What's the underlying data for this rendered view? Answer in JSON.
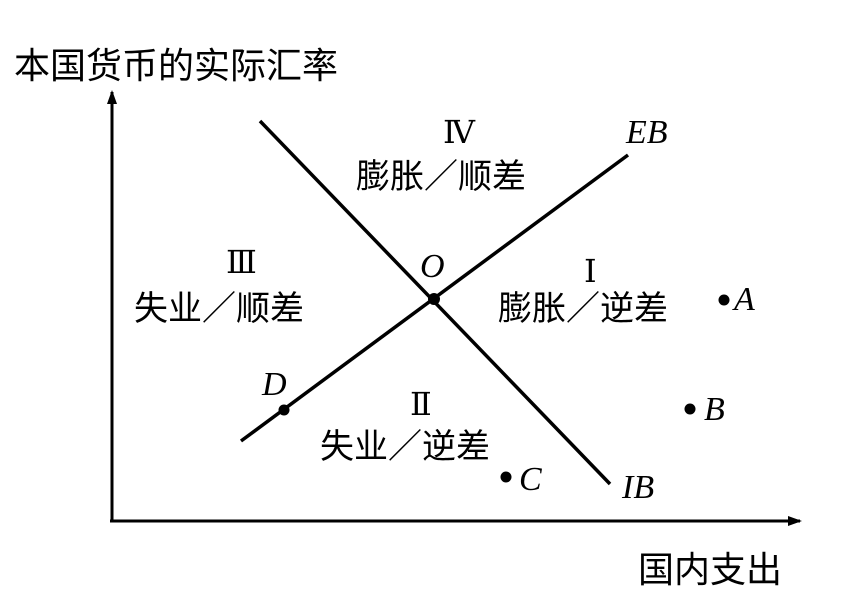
{
  "axes": {
    "y_label": "本国货币的实际汇率",
    "x_label": "国内支出"
  },
  "lines": {
    "eb_label": "EB",
    "ib_label": "IB"
  },
  "regions": {
    "I": {
      "numeral": "Ⅰ",
      "text": "膨胀／逆差"
    },
    "II": {
      "numeral": "Ⅱ",
      "text": "失业／逆差"
    },
    "III": {
      "numeral": "Ⅲ",
      "text": "失业／顺差"
    },
    "IV": {
      "numeral": "Ⅳ",
      "text": "膨胀／顺差"
    }
  },
  "points": {
    "O": "O",
    "A": "A",
    "B": "B",
    "C": "C",
    "D": "D"
  }
}
